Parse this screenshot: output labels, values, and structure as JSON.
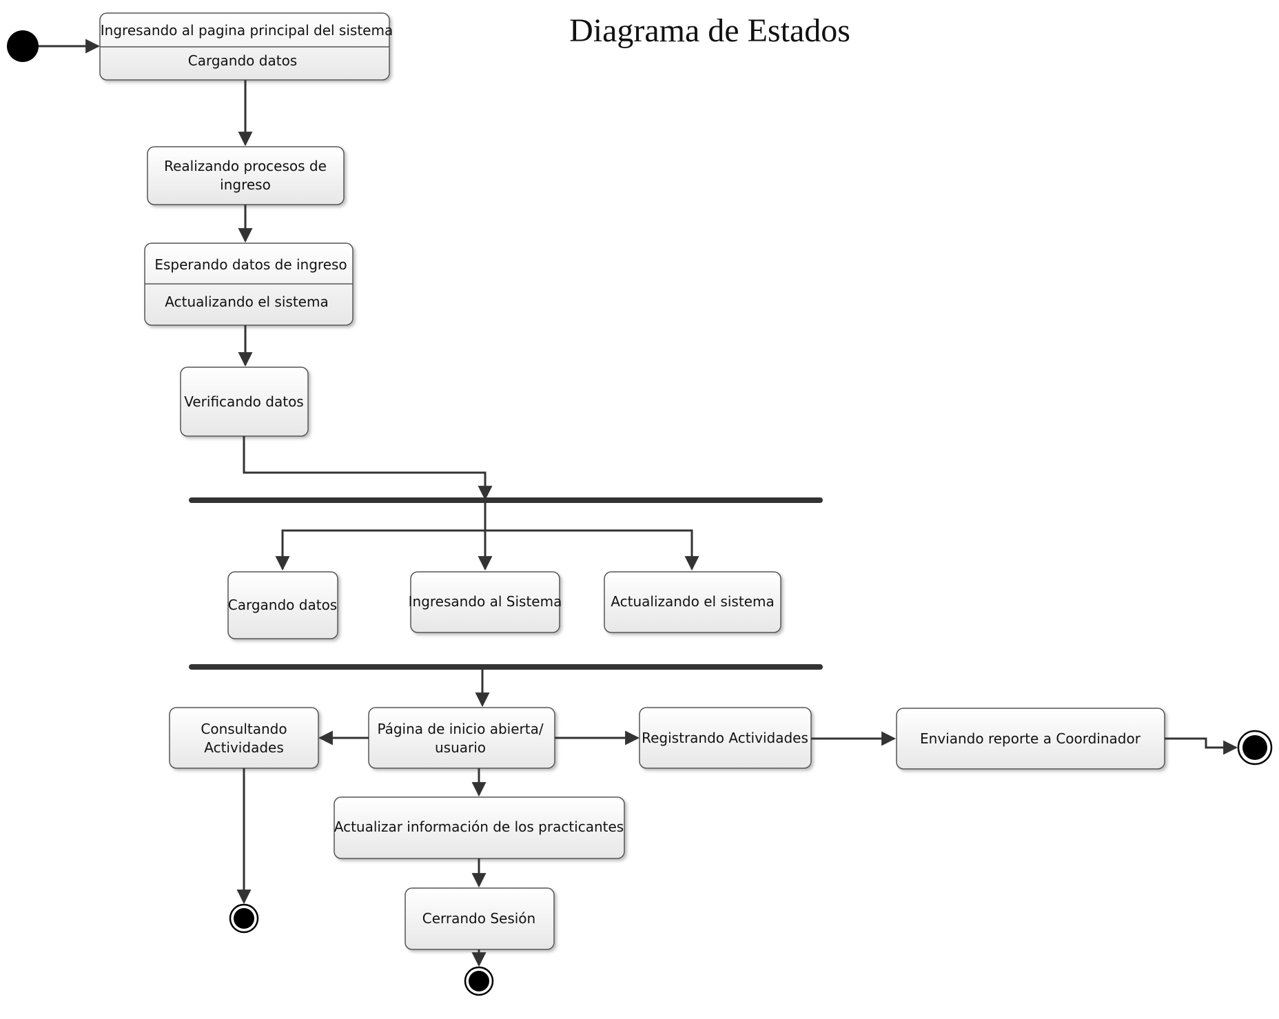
{
  "title": "Diagrama de Estados",
  "states": {
    "s1_name": "Ingresando al pagina principal del sistema",
    "s1_activity": "Cargando datos",
    "s2_line1": "Realizando procesos de",
    "s2_line2": "ingreso",
    "s3_name": "Esperando datos de ingreso",
    "s3_activity": "Actualizando el sistema",
    "s4": "Verificando datos",
    "s5": "Cargando datos",
    "s6": "Ingresando al Sistema",
    "s7": "Actualizando el sistema",
    "s8_line1": "Consultando",
    "s8_line2": "Actividades",
    "s9_line1": "Página de inicio abierta/",
    "s9_line2": "usuario",
    "s10": "Registrando Actividades",
    "s11": "Enviando reporte a Coordinador",
    "s12": "Actualizar información de los practicantes",
    "s13": "Cerrando Sesión"
  }
}
